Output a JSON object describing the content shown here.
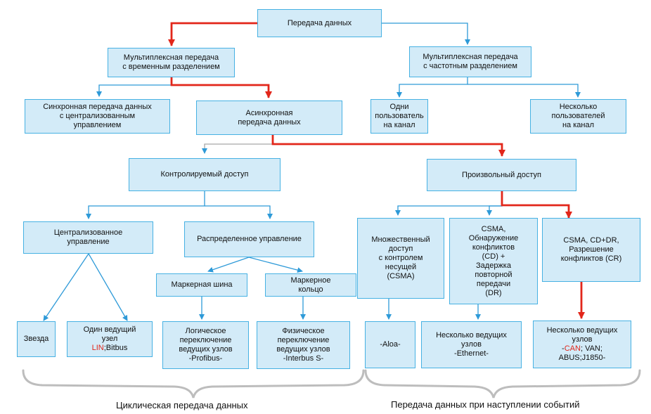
{
  "nodes": {
    "root": "Передача данных",
    "tdm": "Мультиплексная передача\nс временным разделением",
    "fdm": "Мультиплексная передача\nс частотным разделением",
    "sync": "Синхронная передача данных\nс централизованным\nуправлением",
    "async": "Асинхронная\nпередача данных",
    "single_user": "Одни\nпользователь\nна канал",
    "multi_user": "Несколько\nпользователей\nна канал",
    "controlled": "Контролируемый доступ",
    "random": "Произвольный доступ",
    "centralized": "Централизованное\nуправление",
    "distributed": "Распределенное управление",
    "csma": "Множественный\nдоступ\nс контролем\nнесущей\n(CSMA)",
    "csma_cd": "CSMA,\nОбнаружение\nконфликтов\n(CD) +\nЗадержка\nповторной\nпередачи\n(DR)",
    "csma_cr": "CSMA, CD+DR,\nРазрешение\nконфликтов (CR)",
    "token_bus": "Маркерная шина",
    "token_ring": "Маркерное\nкольцо",
    "star": "Звезда",
    "single_master_pre": "Один ведущий\nузел\n",
    "single_master_red": "LIN",
    "single_master_post": ";Bitbus",
    "logical": "Логическое\nпереключение\nведущих узлов\n-Profibus-",
    "physical": "Физическое\nпереключение\nведущих узлов\n-Interbus S-",
    "aloha": "-Aloa-",
    "ethernet": "Несколько ведущих\nузлов\n-Ethernet-",
    "multi_master_pre": "Несколько ведущих\nузлов\n-",
    "multi_master_red": "CAN",
    "multi_master_post": "; VAN;\nABUS;J1850-"
  },
  "groups": {
    "cyclic": "Циклическая передача данных",
    "event": "Передача данных при наступлении событий"
  },
  "colors": {
    "box_fill": "#d3ebf8",
    "box_border": "#46b1e3",
    "blue_line": "#2e9ad8",
    "red_line": "#e2261a",
    "grey_brace": "#bdbdbd"
  }
}
